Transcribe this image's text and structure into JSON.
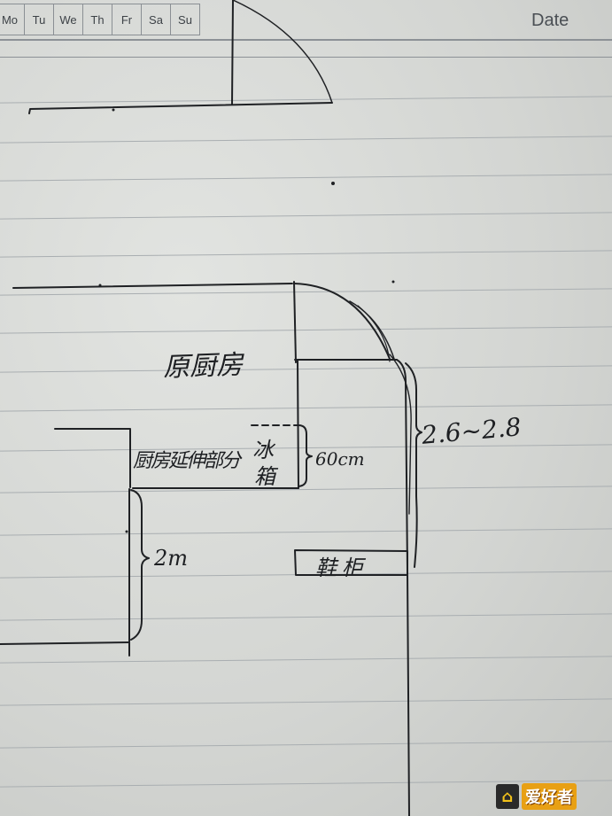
{
  "header": {
    "days": [
      "Mo",
      "Tu",
      "We",
      "Th",
      "Fr",
      "Sa",
      "Su"
    ],
    "date_label": "Date"
  },
  "sketch": {
    "original_kitchen_label": "原厨房",
    "kitchen_extension_label": "厨房延伸部分",
    "fridge_label_line1": "冰",
    "fridge_label_line2": "箱",
    "fridge_depth_label": "60cm",
    "left_width_label": "2m",
    "right_width_label": "2.6~2.8",
    "cabinet_label": "鞋柜"
  },
  "watermark": {
    "brand_text": "爱好者",
    "colors": {
      "accent": "#e8a014",
      "mark": "#2a2a2a"
    }
  }
}
